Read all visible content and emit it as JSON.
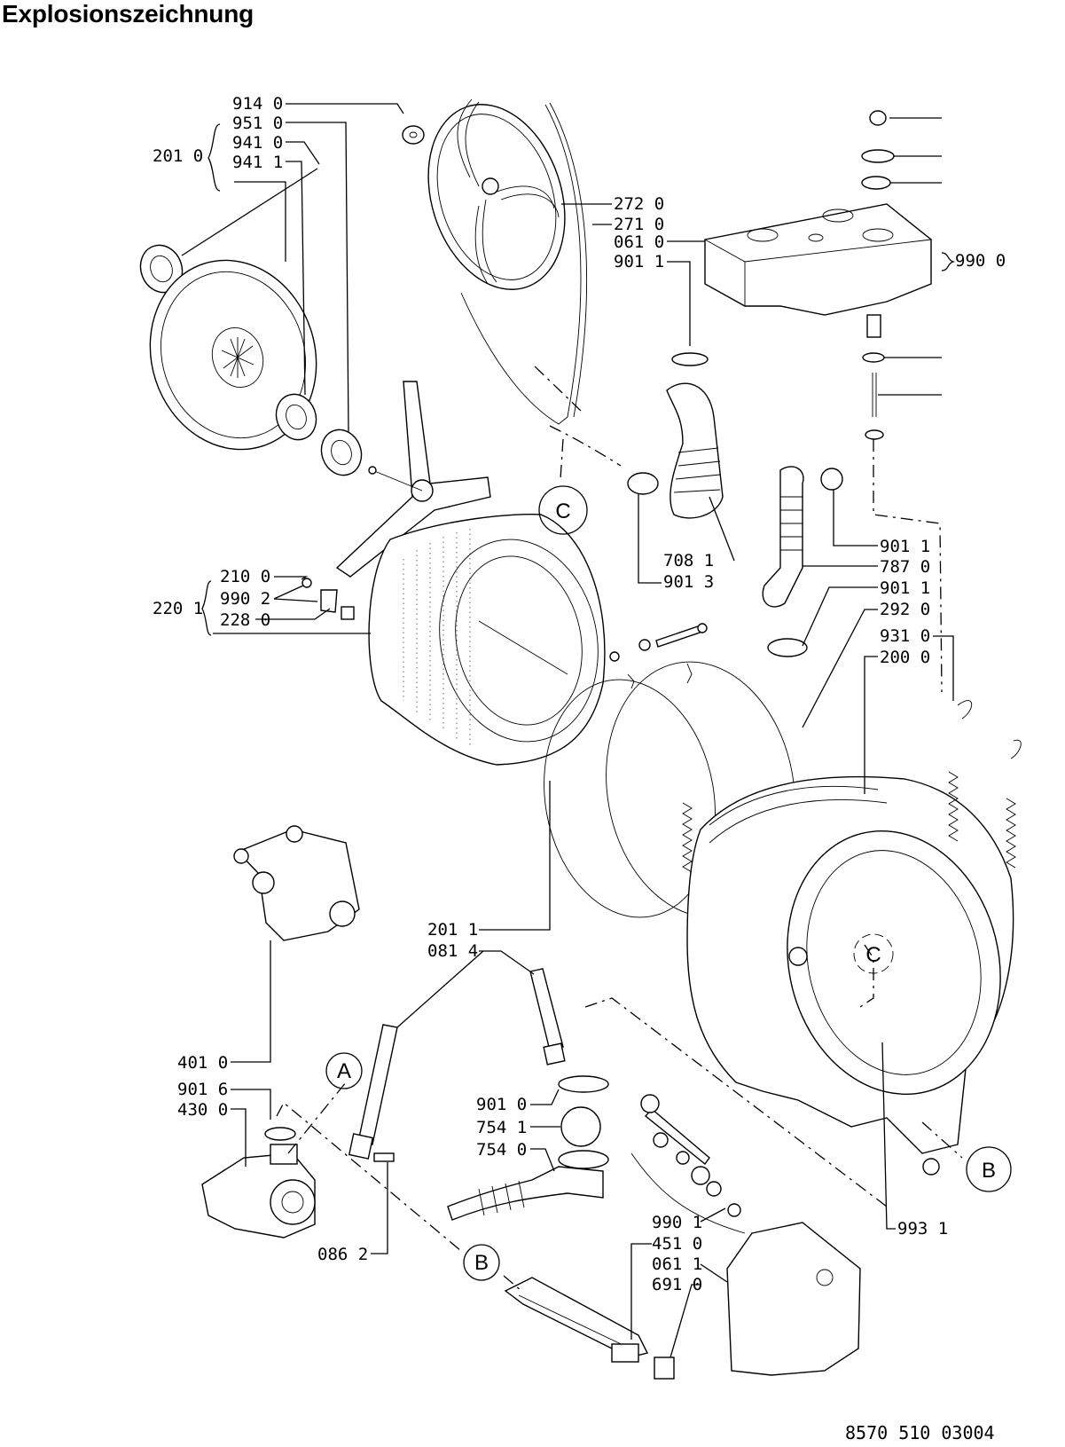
{
  "title": "Explosionszeichnung",
  "drawing_number": "8570 510 03004",
  "brace_groups": [
    {
      "code": "201 0",
      "members": [
        "951 0",
        "941 0",
        "941 1"
      ]
    },
    {
      "code": "220 1",
      "members": [
        "210 0",
        "990 2",
        "228 0"
      ]
    },
    {
      "code": "990 0",
      "members": []
    }
  ],
  "callouts": [
    "914 0",
    "951 0",
    "941 0",
    "941 1",
    "201 0",
    "272 0",
    "271 0",
    "061 0",
    "901 1",
    "990 0",
    "708 1",
    "901 3",
    "901 1",
    "787 0",
    "901 1",
    "292 0",
    "931 0",
    "200 0",
    "210 0",
    "990 2",
    "228 0",
    "220 1",
    "201 1",
    "081 4",
    "401 0",
    "901 6",
    "430 0",
    "901 0",
    "754 1",
    "754 0",
    "086 2",
    "990 1",
    "451 0",
    "061 1",
    "691 0",
    "993 1"
  ],
  "connection_markers": [
    "C",
    "A",
    "B",
    "C",
    "B"
  ],
  "parts": [
    "bearing-flange",
    "drum-pulley",
    "drive-belt",
    "counterweight",
    "drum-spider",
    "drum",
    "tub",
    "suspension-springs",
    "shock-absorbers",
    "drain-pump",
    "sump-hose",
    "heating-element",
    "motor",
    "filler-hose"
  ]
}
